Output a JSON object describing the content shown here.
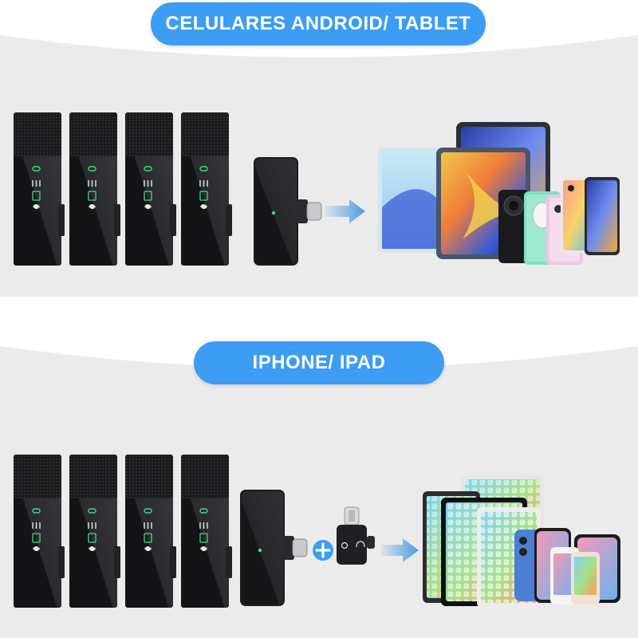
{
  "sections": [
    {
      "title": "CELULARES ANDROID/ TABLET",
      "accessory": "none",
      "device_family": "android"
    },
    {
      "title": "IPHONE/ IPAD",
      "accessory": "lightning-adapter",
      "device_family": "apple"
    }
  ],
  "colors": {
    "pill": "#3d9cf3",
    "panel": "#ebebeb",
    "arrow": "#4a9de3",
    "device_black": "#1c1c1e",
    "led_green": "#34e08a",
    "plus_circle": "#3d9cf3"
  },
  "transmitter_count": 4,
  "icons": [
    "link-icon",
    "equalizer-icon",
    "battery-icon",
    "denoise-icon"
  ]
}
